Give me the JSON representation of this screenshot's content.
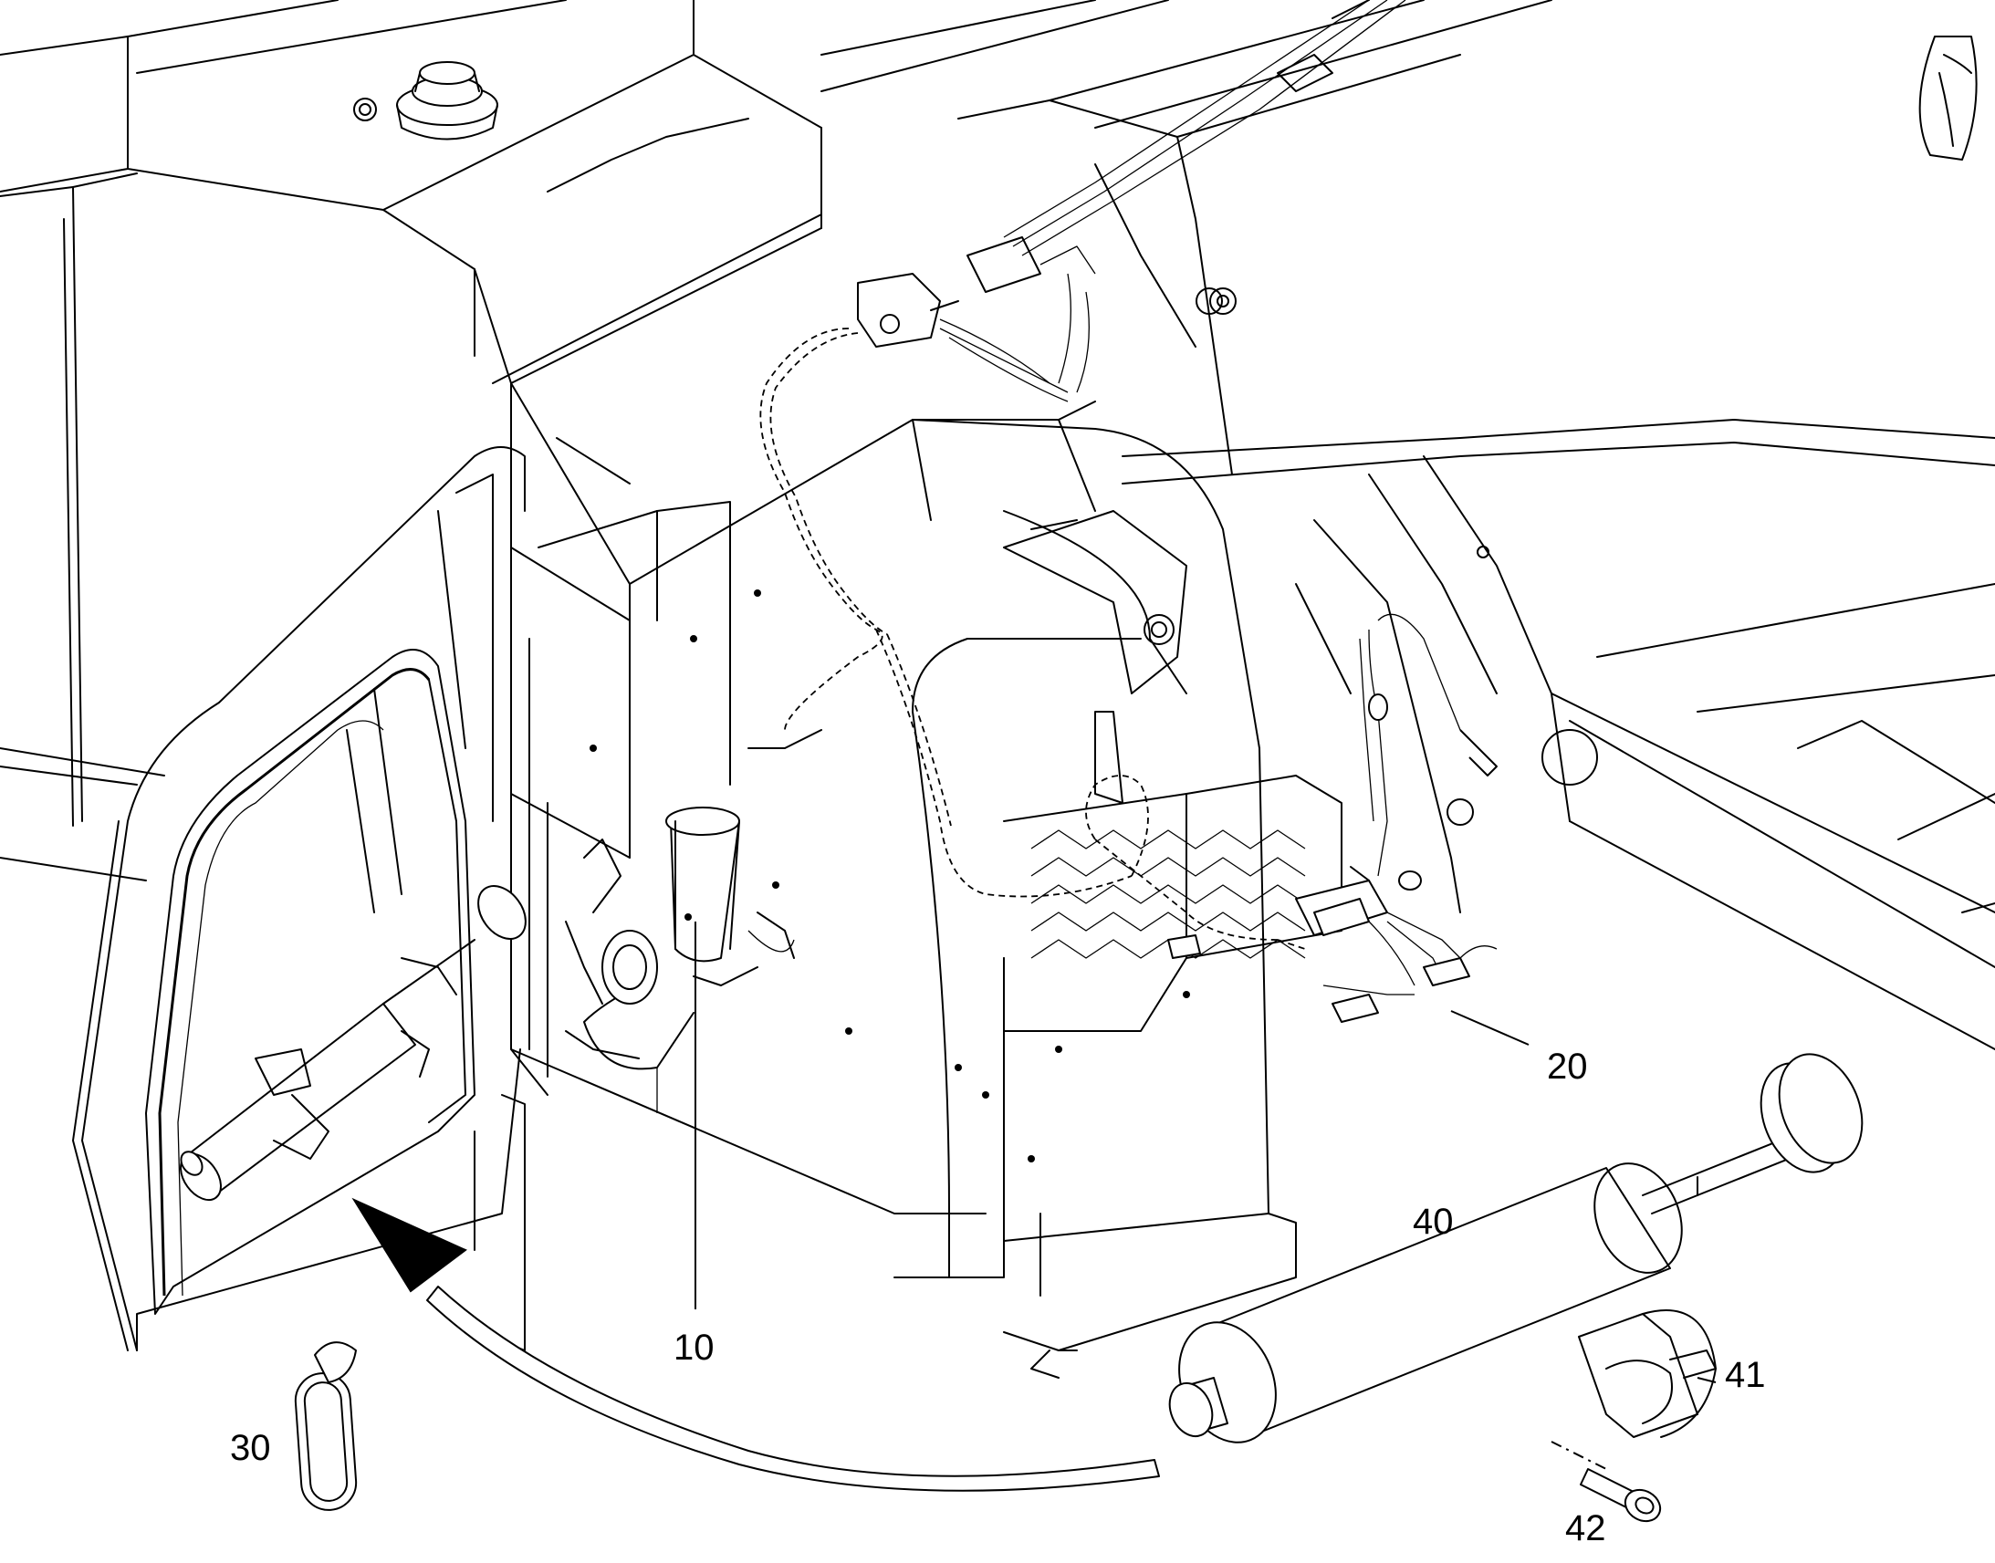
{
  "diagram": {
    "callouts": [
      {
        "id": "10",
        "label": "10"
      },
      {
        "id": "20",
        "label": "20"
      },
      {
        "id": "30",
        "label": "30"
      },
      {
        "id": "40",
        "label": "40"
      },
      {
        "id": "41",
        "label": "41"
      },
      {
        "id": "42",
        "label": "42"
      }
    ],
    "icons": {
      "arrow": "curved-arrow-icon"
    }
  }
}
